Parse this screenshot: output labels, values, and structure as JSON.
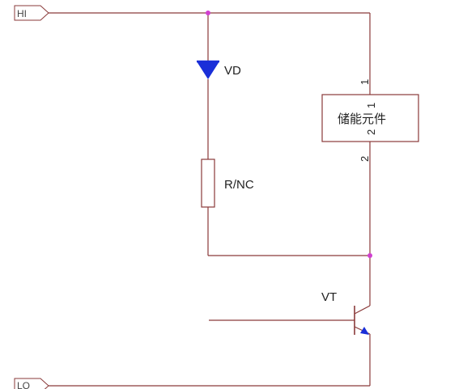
{
  "ports": {
    "hi": "HI",
    "lo": "LO"
  },
  "components": {
    "diode_label": "VD",
    "resistor_label": "R/NC",
    "transistor_label": "VT",
    "storage_label": "储能元件",
    "storage_pin_top": "1",
    "storage_pin_bottom": "2",
    "storage_inner_top": "1",
    "storage_inner_bottom": "2"
  },
  "colors": {
    "wire": "#8a3a3a",
    "diode": "#1a2fd8",
    "node": "#d040d0",
    "body_outline": "#8a3a3a"
  }
}
